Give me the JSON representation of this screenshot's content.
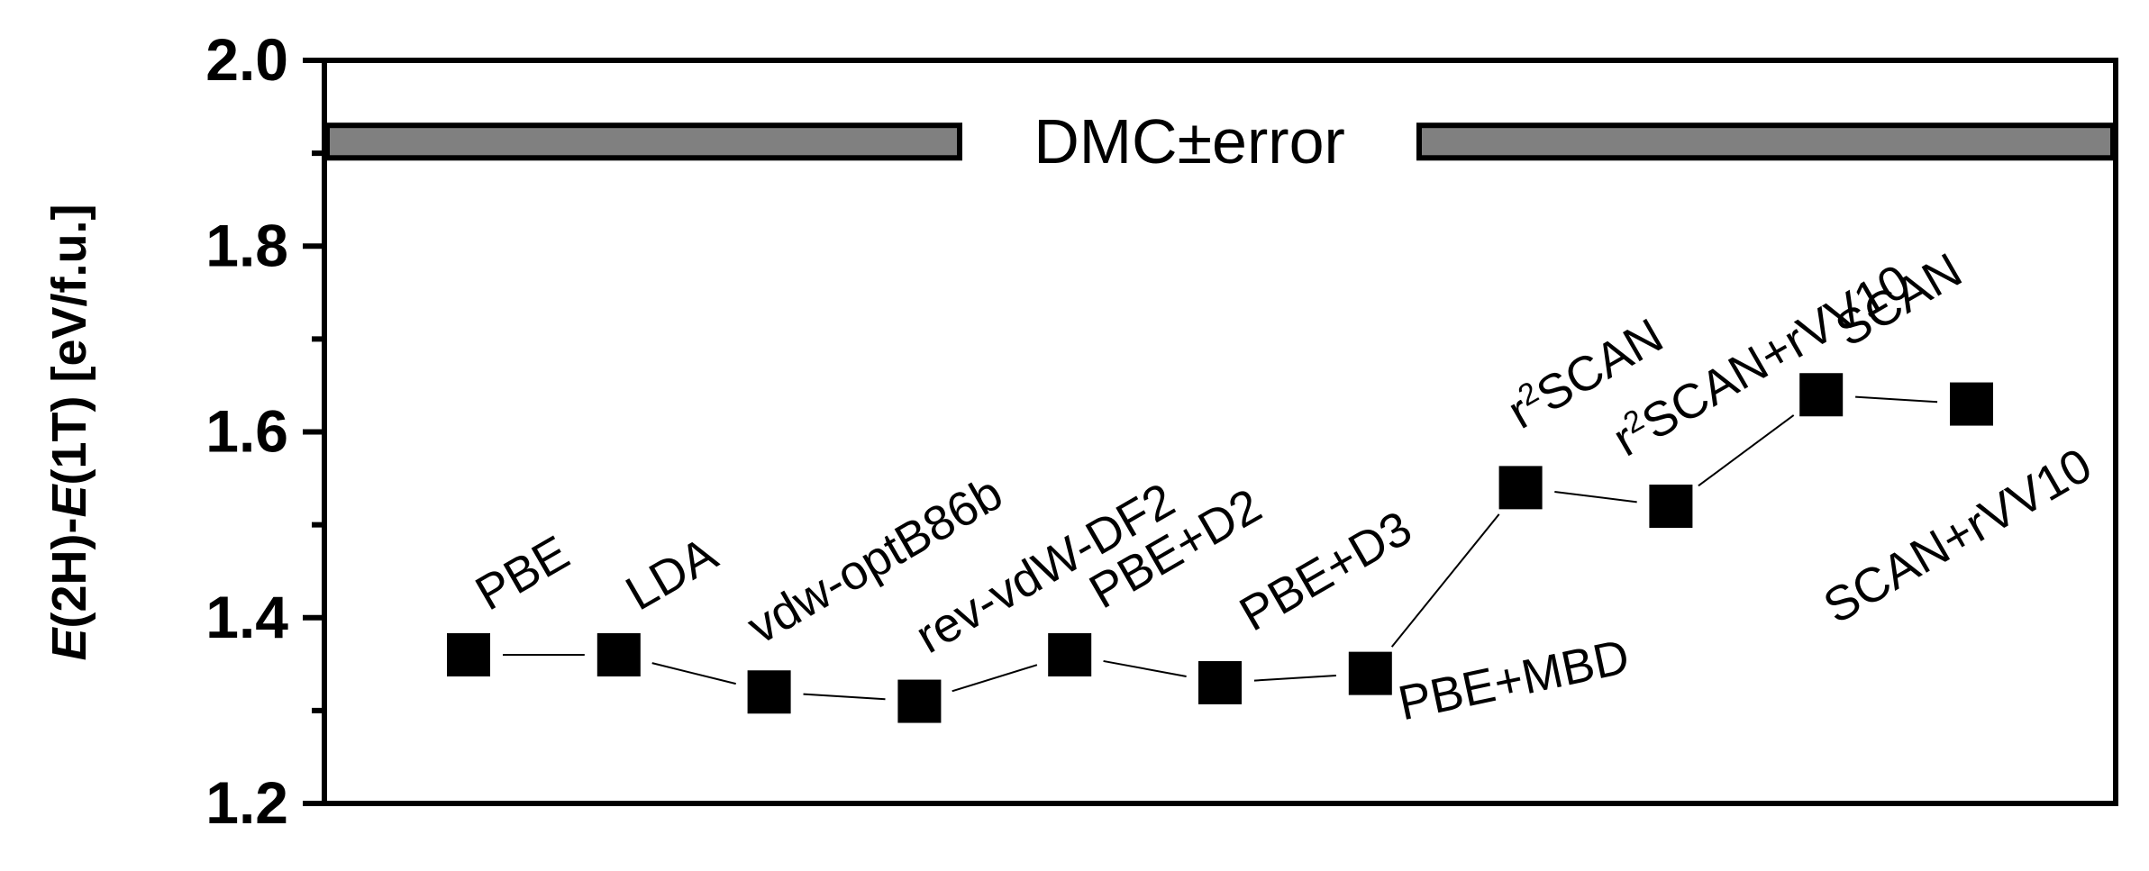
{
  "chart_data": {
    "type": "line",
    "title": "",
    "xlabel": "",
    "ylabel": {
      "italic_1": "E",
      "part_1": "(2H)-",
      "italic_2": "E",
      "part_2": "(1T) [eV/f.u.]"
    },
    "ylim": [
      1.2,
      2.0
    ],
    "yticks": [
      "1.2",
      "1.4",
      "1.6",
      "1.8",
      "2.0"
    ],
    "grid": false,
    "legend": "none",
    "series": [
      {
        "values": [
          1.36,
          1.36,
          1.32,
          1.31,
          1.36,
          1.33,
          1.34,
          1.54,
          1.52,
          1.64,
          1.63
        ],
        "marker": "square",
        "color": "#000000"
      }
    ],
    "points": [
      {
        "label": "PBE",
        "value": 1.36
      },
      {
        "label": "LDA",
        "value": 1.36
      },
      {
        "label": "vdw-optB86b",
        "value": 1.32
      },
      {
        "label": "rev-vdW-DF2",
        "value": 1.31
      },
      {
        "label": "PBE+D2",
        "value": 1.36
      },
      {
        "label": "PBE+D3",
        "value": 1.33
      },
      {
        "label": "PBE+MBD",
        "value": 1.34
      },
      {
        "label": "r²SCAN",
        "label_base": "r",
        "label_sup": "2",
        "label_rest": "SCAN",
        "value": 1.54
      },
      {
        "label": "r²SCAN+rVV10",
        "label_base": "r",
        "label_sup": "2",
        "label_rest": "SCAN+rVV10",
        "value": 1.52
      },
      {
        "label": "SCAN",
        "value": 1.64
      },
      {
        "label": "SCAN+rVV10",
        "value": 1.63
      }
    ],
    "reference_band": {
      "label": "DMC±error",
      "low": 1.895,
      "high": 1.93,
      "color": "#808080"
    }
  }
}
